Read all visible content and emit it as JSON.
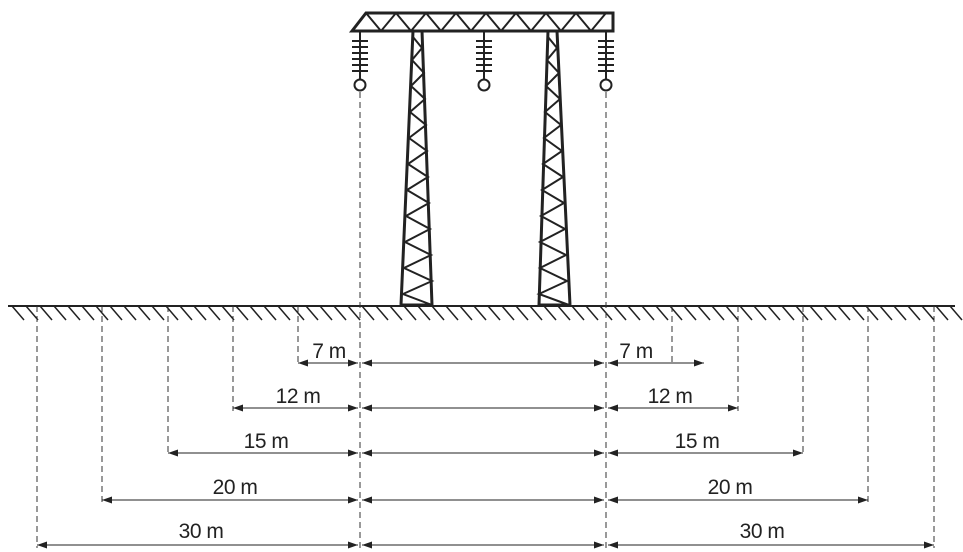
{
  "labels": {
    "d7_left": "7 m",
    "d7_right": "7 m",
    "d12_left": "12 m",
    "d12_right": "12 m",
    "d15_left": "15 m",
    "d15_right": "15 m",
    "d20_left": "20 m",
    "d20_right": "20 m",
    "d30_left": "30 m",
    "d30_right": "30 m"
  },
  "distances_m": [
    7,
    12,
    15,
    20,
    30
  ]
}
